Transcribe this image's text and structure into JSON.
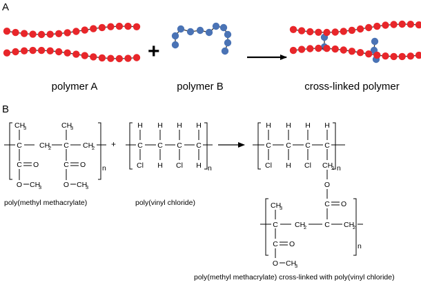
{
  "panels": {
    "a": "A",
    "b": "B"
  },
  "panel_a": {
    "plus": "+",
    "captions": {
      "polymer_a": "polymer A",
      "polymer_b": "polymer B",
      "cross_linked": "cross-linked polymer"
    },
    "colors": {
      "polymer_a_bead": "#e8262a",
      "polymer_b_bead": "#4a73b5",
      "chain_line": "#333333",
      "arrow": "#000000"
    }
  },
  "panel_b": {
    "plus": "+",
    "labels": {
      "pmma": "poly(methyl methacrylate)",
      "pvc": "poly(vinyl chloride)",
      "product": "poly(methyl methacrylate) cross-linked with poly(vinyl chloride)"
    },
    "repeat_subscript": "n",
    "atoms": {
      "carbon": "C",
      "hydrogen": "H",
      "chlorine": "Cl",
      "oxygen": "O",
      "methyl": "CH",
      "methylene": "CH",
      "subscript_3": "3",
      "subscript_2": "2"
    }
  }
}
